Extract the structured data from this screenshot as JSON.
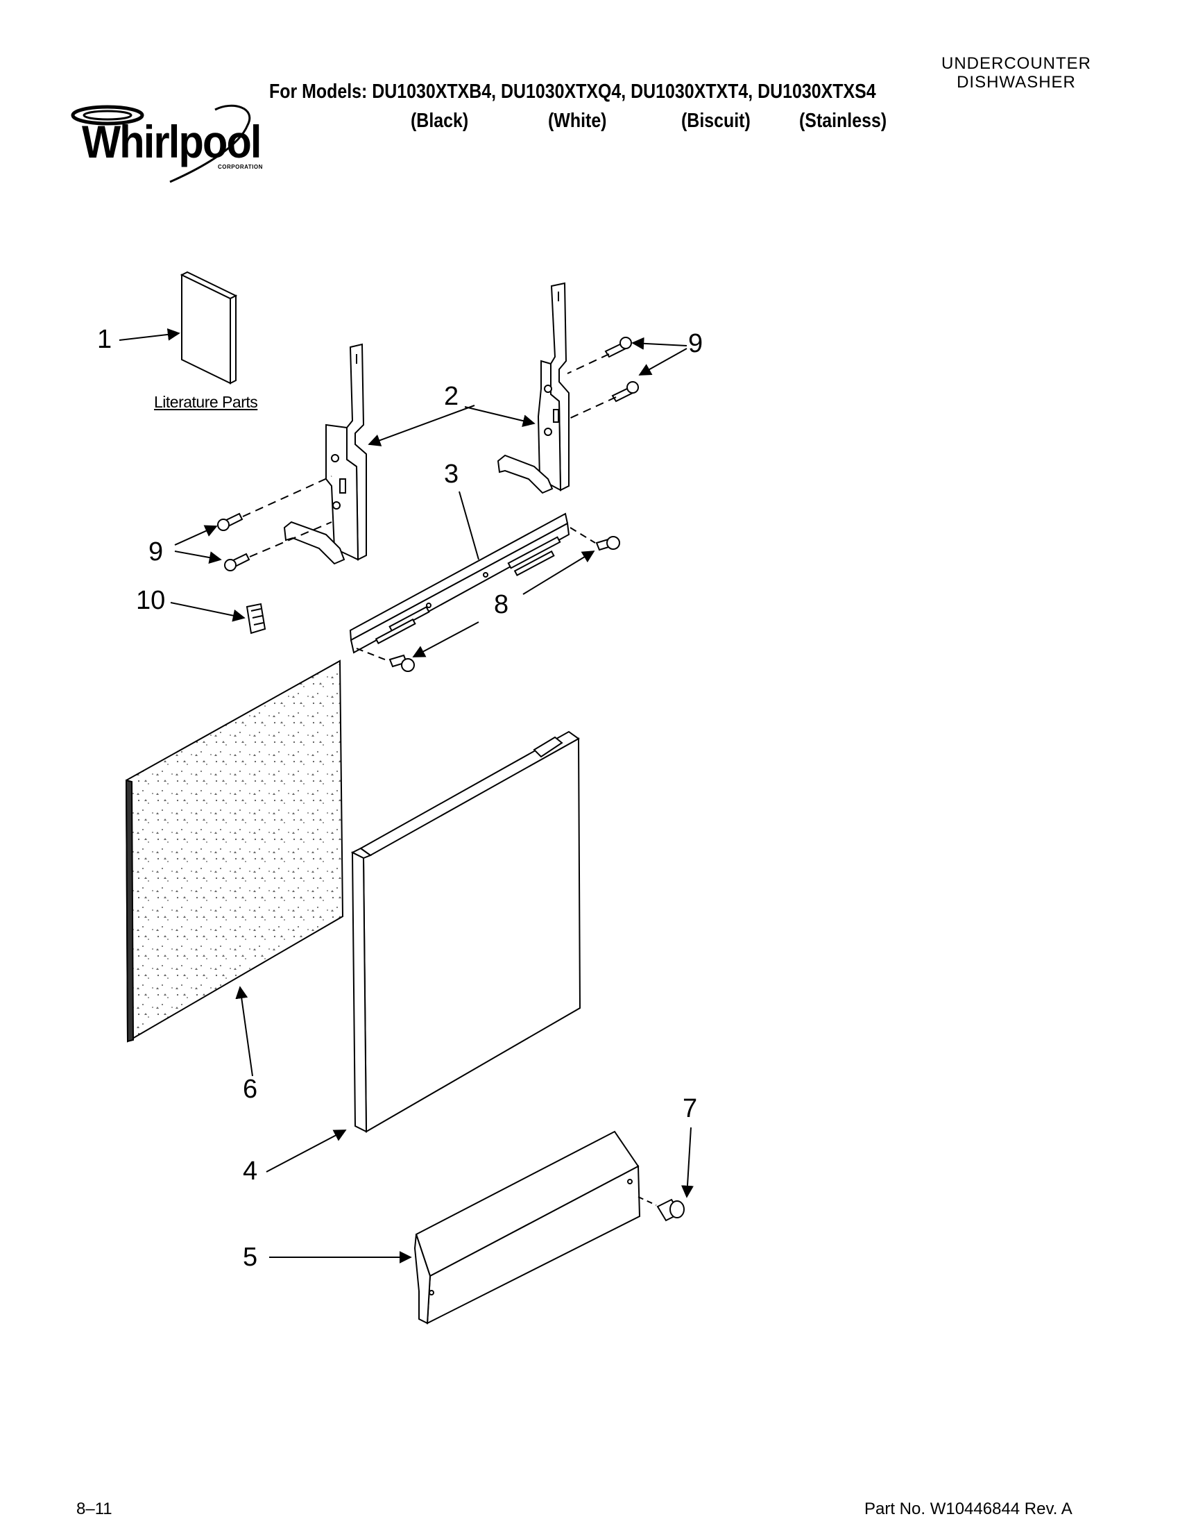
{
  "header": {
    "category_line1": "UNDERCOUNTER",
    "category_line2": "DISHWASHER",
    "models_line": "For Models: DU1030XTXB4, DU1030XTXQ4, DU1030XTXT4, DU1030XTXS4",
    "colors": [
      "(Black)",
      "(White)",
      "(Biscuit)",
      "(Stainless)"
    ]
  },
  "logo": {
    "brand": "Whirlpool",
    "sub": "CORPORATION"
  },
  "callouts": {
    "c1": "1",
    "c2": "2",
    "c3": "3",
    "c4": "4",
    "c5": "5",
    "c6": "6",
    "c7": "7",
    "c8": "8",
    "c9a": "9",
    "c9b": "9",
    "c10": "10"
  },
  "literature_label": "Literature Parts",
  "footer": {
    "date": "8–11",
    "part_no": "Part No. W10446844 Rev. A"
  }
}
